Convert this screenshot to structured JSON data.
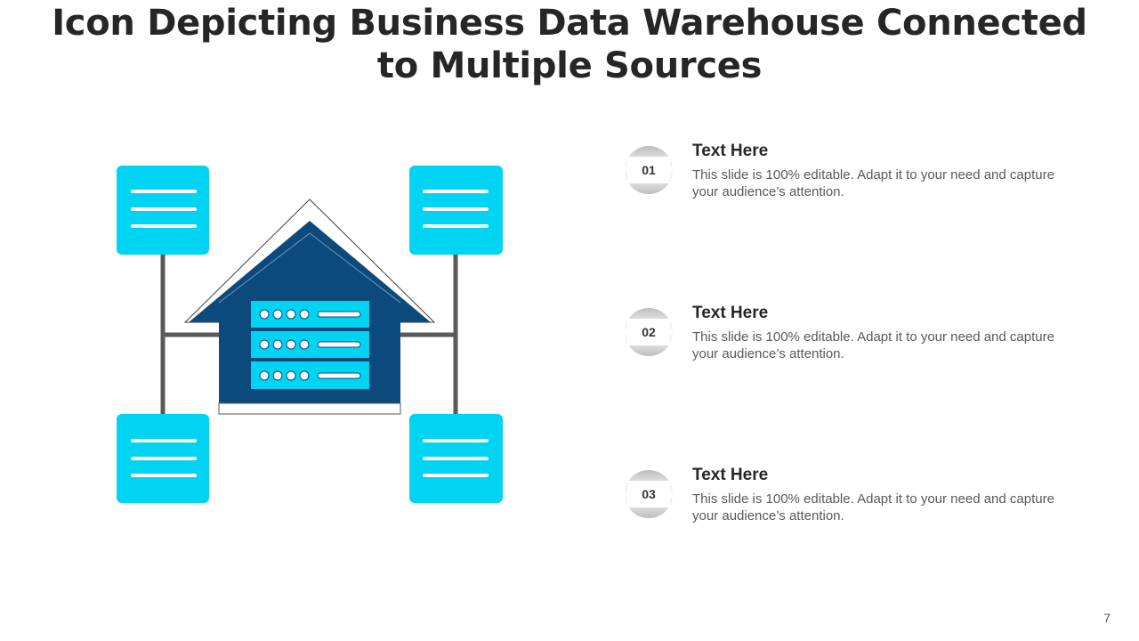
{
  "slide": {
    "title_line1": "Icon Depicting Business Data Warehouse Connected",
    "title_line2": "to Multiple Sources",
    "page_number": "7"
  },
  "colors": {
    "source_box": "#00d4f2",
    "warehouse": "#0c4a7e",
    "connector": "#595959",
    "server_slot": "#00d4f2",
    "text_dark": "#262626",
    "text_body": "#595959"
  },
  "items": [
    {
      "number": "01",
      "heading": "Text Here",
      "body": "This slide is 100% editable. Adapt it to your need and capture your audience’s attention."
    },
    {
      "number": "02",
      "heading": "Text Here",
      "body": "This slide is 100% editable. Adapt it to your need and capture your audience’s attention."
    },
    {
      "number": "03",
      "heading": "Text Here",
      "body": "This slide is 100% editable. Adapt it to your need and capture your audience’s attention."
    }
  ]
}
